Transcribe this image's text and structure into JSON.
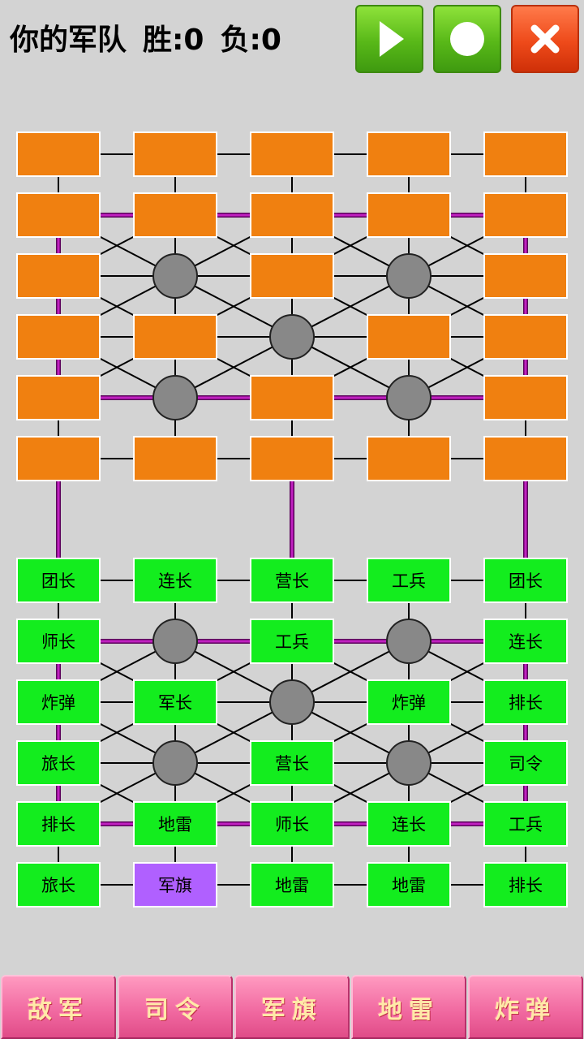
{
  "status": {
    "army_label": "你的军队",
    "wins_label": "胜:",
    "wins": "0",
    "losses_label": "负:",
    "losses": "0"
  },
  "top_buttons": [
    {
      "name": "play-button",
      "icon": "play-icon",
      "color": "#58b818"
    },
    {
      "name": "record-button",
      "icon": "circle-icon",
      "color": "#58b818"
    },
    {
      "name": "close-button",
      "icon": "close-icon",
      "color": "#ee4a1a"
    }
  ],
  "colors": {
    "enemy_piece": "#f08010",
    "own_piece": "#13ed1e",
    "flag_piece": "#b060ff",
    "camp": "#888888",
    "railway": "#c020c0",
    "road": "#000000",
    "bottom_button": "#f0679f"
  },
  "board": {
    "enemy_rows": [
      [
        "",
        "",
        "",
        "",
        ""
      ],
      [
        "",
        "",
        "",
        "",
        ""
      ],
      [
        "",
        null,
        "",
        null,
        ""
      ],
      [
        "",
        "",
        null,
        "",
        ""
      ],
      [
        "",
        null,
        "",
        null,
        ""
      ],
      [
        "",
        "",
        "",
        "",
        ""
      ]
    ],
    "own_rows": [
      [
        "团长",
        "连长",
        "营长",
        "工兵",
        "团长"
      ],
      [
        "师长",
        null,
        "工兵",
        null,
        "连长"
      ],
      [
        "炸弹",
        "军长",
        null,
        "炸弹",
        "排长"
      ],
      [
        "旅长",
        null,
        "营长",
        null,
        "司令"
      ],
      [
        "排长",
        "地雷",
        "师长",
        "连长",
        "工兵"
      ],
      [
        "旅长",
        "军旗",
        "地雷",
        "地雷",
        "排长"
      ]
    ]
  },
  "bottom_buttons": [
    {
      "name": "enemy-button",
      "label": "敌军"
    },
    {
      "name": "commander-button",
      "label": "司令"
    },
    {
      "name": "flag-button",
      "label": "军旗"
    },
    {
      "name": "landmine-button",
      "label": "地雷"
    },
    {
      "name": "bomb-button",
      "label": "炸弹"
    }
  ]
}
